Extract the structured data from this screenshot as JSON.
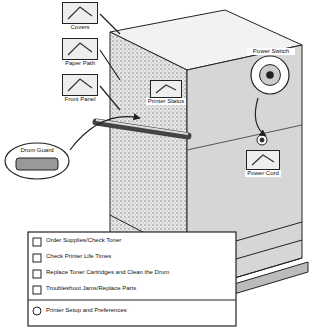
{
  "diagram": {
    "nodes": [
      {
        "text": [
          "Covers"
        ]
      },
      {
        "text": [
          "Paper Path"
        ]
      },
      {
        "text": [
          "Front Panel"
        ]
      },
      {
        "text": [
          "Printer Status"
        ]
      },
      {
        "text": [
          "Drum Guard"
        ]
      },
      {
        "text": [
          "Power Switch"
        ]
      },
      {
        "text": [
          "Power Cord"
        ]
      }
    ],
    "labels": [
      "Order Supplies/Check Toner",
      "Check Printer Life Times",
      "Replace Toner Cartridges and Clean the Drum",
      "Troubleshoot Jams/Replace Parts",
      "Printer Setup and Preferences"
    ]
  }
}
